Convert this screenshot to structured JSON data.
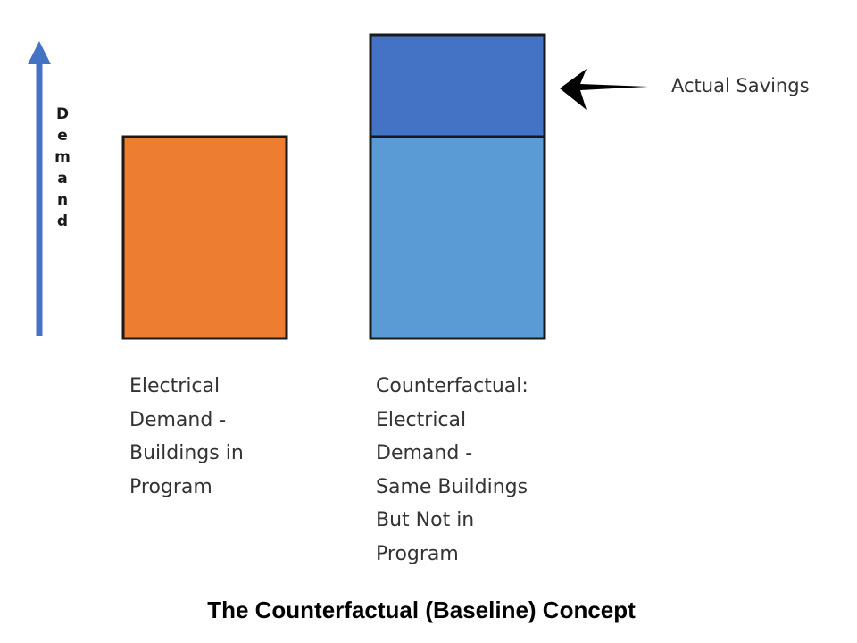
{
  "diagram": {
    "axis": {
      "label": "Demand",
      "color": "#4472c4"
    },
    "bars": [
      {
        "id": "program",
        "segments": [
          {
            "color": "#ed7d31"
          }
        ],
        "caption_lines": [
          "Electrical",
          "Demand -",
          "Buildings in",
          "Program"
        ]
      },
      {
        "id": "counterfactual",
        "segments": [
          {
            "color": "#5b9bd5"
          },
          {
            "color": "#4472c4"
          }
        ],
        "caption_lines": [
          "Counterfactual:",
          "Electrical",
          "Demand -",
          "Same Buildings",
          "But Not in",
          "Program"
        ]
      }
    ],
    "annotation": {
      "label": "Actual Savings",
      "arrow_icon": "left-arrow-icon"
    },
    "title": "The Counterfactual (Baseline) Concept"
  }
}
